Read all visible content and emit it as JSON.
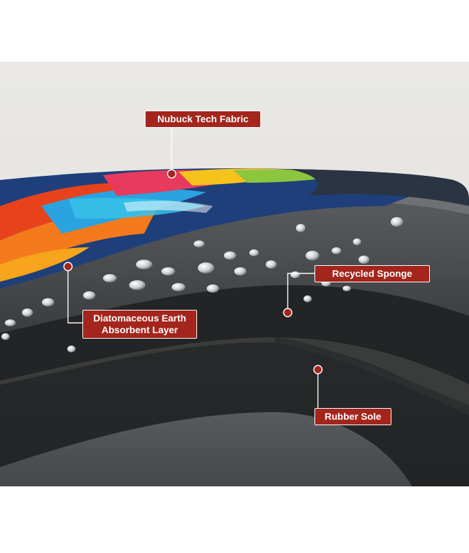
{
  "callouts": {
    "nubuck": {
      "label": "Nubuck Tech Fabric"
    },
    "sponge": {
      "label": "Recycled Sponge"
    },
    "earth": {
      "line1": "Diatomaceous Earth",
      "line2": "Absorbent Layer"
    },
    "rubber": {
      "label": "Rubber Sole"
    }
  },
  "colors": {
    "accent": "#a3251c",
    "background": "#e8e6e1",
    "fabric_dark": "#2a3442",
    "sponge_gray": "#4a4c4f",
    "earth_black": "#222324",
    "rubber_gray": "#55585b"
  }
}
